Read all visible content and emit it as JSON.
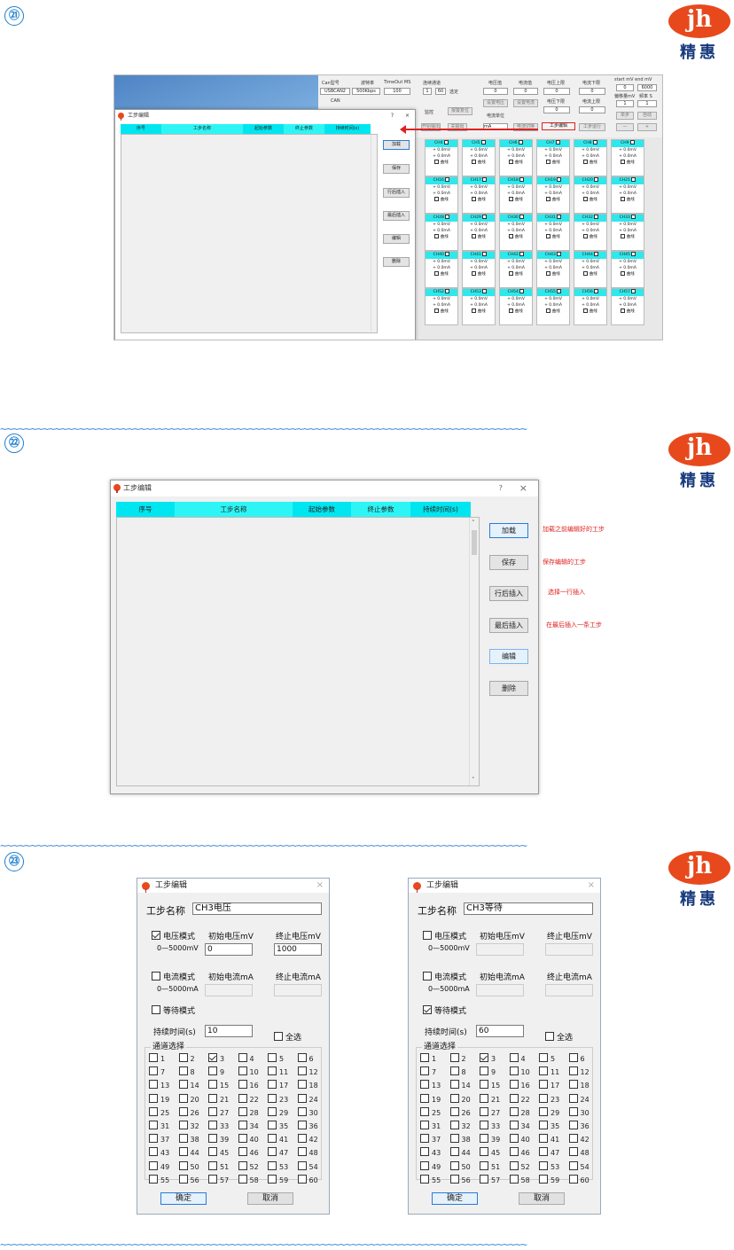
{
  "section_numbers": [
    "㉑",
    "㉒",
    "㉓"
  ],
  "logo": {
    "text": "jh",
    "cn": "精惠"
  },
  "wave_text": "~~~~~~~~~~~~~~~~~~~~~~~~~~~~~~~~~~~~~~~~~~~~~~~~~~~~~~~~~~~~~~~~~~~~~~~~~~~~~~~~~~~~~~~",
  "colors": {
    "accent_cyan": "#00e6f0",
    "annotation_red": "#e02020",
    "logo_orange": "#e8491c",
    "logo_navy": "#173a7d",
    "wave_blue": "#4a90d9"
  },
  "s21": {
    "ctrl": {
      "can_type_label": "Can型号",
      "can_type_value": "USBCAN2",
      "baud_label": "波特率",
      "baud_value": "500Kbps",
      "timeout_label": "TimeOut MS",
      "timeout_value": "100",
      "can_label": "CAN",
      "cont_channel_label": "连续通道",
      "cont_from": "1",
      "cont_to": "60",
      "select_label": "选定",
      "monitor_label": "监控",
      "lamp_reset": "报警复位",
      "voltage_value_label": "电压值",
      "current_value_label": "电流值",
      "v_upper_label": "电压上限",
      "i_lower_label": "电流下限",
      "v_lower_label": "电压下限",
      "i_upper_label": "电流上限",
      "zero": "0",
      "set_voltage": "设置电压",
      "set_current": "设置电流",
      "current_unit_label": "电流单位",
      "unit_value": "mA",
      "start_output": "开始输出",
      "stop_output": "关输出",
      "mode_switch": "电流切换",
      "step_edit": "工步编辑",
      "step_run": "工步运行",
      "start_end_mv": "start mV end mV",
      "start_val": "0",
      "end_val": "6000",
      "step_mv_label": "偏移量mV",
      "freq_label": "频率 S",
      "step_val": "1",
      "freq_val": "1",
      "single_step": "单步",
      "auto": "自动",
      "minus": "—",
      "plus": "+"
    },
    "channels": [
      [
        "CH4",
        "CH5",
        "CH6",
        "CH7",
        "CH8",
        "CH9"
      ],
      [
        "CH16",
        "CH17",
        "CH18",
        "CH19",
        "CH20",
        "CH21"
      ],
      [
        "CH28",
        "CH29",
        "CH30",
        "CH31",
        "CH32",
        "CH33"
      ],
      [
        "CH40",
        "CH41",
        "CH42",
        "CH43",
        "CH44",
        "CH45"
      ],
      [
        "CH52",
        "CH53",
        "CH54",
        "CH55",
        "CH56",
        "CH57"
      ]
    ],
    "ch_voltage": "+ 0.0mV",
    "ch_current": "+ 0.0mA",
    "ch_curve": "曲线"
  },
  "step_editor": {
    "title": "工步编辑",
    "help": "?",
    "close": "×",
    "columns": [
      "序号",
      "工步名称",
      "起始参数",
      "终止参数",
      "持续时间(s)"
    ],
    "buttons": [
      "加载",
      "保存",
      "行后插入",
      "最后插入",
      "编辑",
      "删除"
    ]
  },
  "annotations": [
    "加载之前编辑好的工步",
    "保存编辑的工步",
    "选择一行插入",
    "在最后插入一条工步"
  ],
  "s23": {
    "left": {
      "title": "工步编辑",
      "name_label": "工步名称",
      "name_value": "CH3电压",
      "voltage_mode": "电压模式",
      "voltage_mode_checked": true,
      "v_range": "0—5000mV",
      "init_v_label": "初始电压mV",
      "end_v_label": "终止电压mV",
      "init_v_value": "0",
      "end_v_value": "1000",
      "current_mode": "电流模式",
      "current_mode_checked": false,
      "i_range": "0—5000mA",
      "init_i_label": "初始电流mA",
      "end_i_label": "终止电流mA",
      "wait_mode": "等待模式",
      "wait_mode_checked": false,
      "duration_label": "持续时间(s)",
      "duration_value": "10",
      "select_all": "全选",
      "channel_group": "通道选择",
      "checked_channel": 3,
      "ok": "确定",
      "cancel": "取消"
    },
    "right": {
      "title": "工步编辑",
      "name_label": "工步名称",
      "name_value": "CH3等待",
      "voltage_mode": "电压模式",
      "voltage_mode_checked": false,
      "v_range": "0—5000mV",
      "init_v_label": "初始电压mV",
      "end_v_label": "终止电压mV",
      "init_v_value": "",
      "end_v_value": "",
      "current_mode": "电流模式",
      "current_mode_checked": false,
      "i_range": "0—5000mA",
      "init_i_label": "初始电流mA",
      "end_i_label": "终止电流mA",
      "wait_mode": "等待模式",
      "wait_mode_checked": true,
      "duration_label": "持续时间(s)",
      "duration_value": "60",
      "select_all": "全选",
      "channel_group": "通道选择",
      "checked_channel": 3,
      "ok": "确定",
      "cancel": "取消"
    }
  }
}
